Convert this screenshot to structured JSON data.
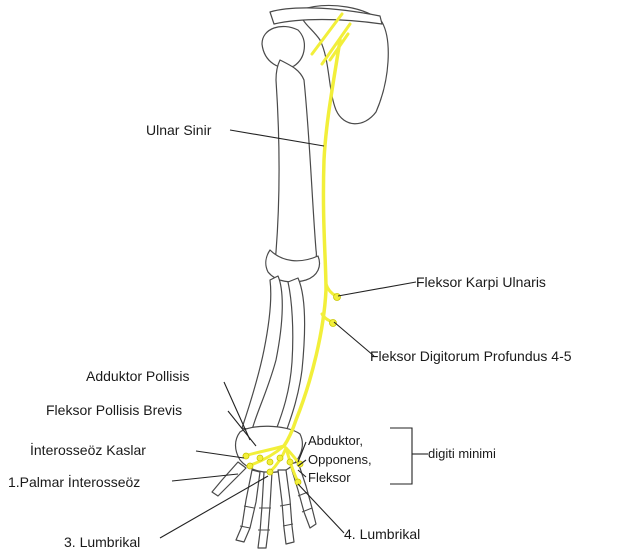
{
  "labels": {
    "ulnar": "Ulnar Sinir",
    "fcu": "Fleksor Karpi Ulnaris",
    "fdp": "Fleksor Digitorum Profundus 4-5",
    "adductor": "Adduktor Pollisis",
    "fpb": "Fleksor Pollisis Brevis",
    "interossei": "İnterosseöz Kaslar",
    "palmar1": "1.Palmar İnterosseöz",
    "lumbrical3": "3. Lumbrikal",
    "lumbrical4": "4. Lumbrikal",
    "abductor": "Abduktor,",
    "opponens": "Opponens,",
    "flexor": "Fleksor",
    "digiti": "digiti minimi"
  },
  "colors": {
    "nerve": "#f2ef3a",
    "bone_outline": "#4a4a4a",
    "leader": "#222222"
  }
}
